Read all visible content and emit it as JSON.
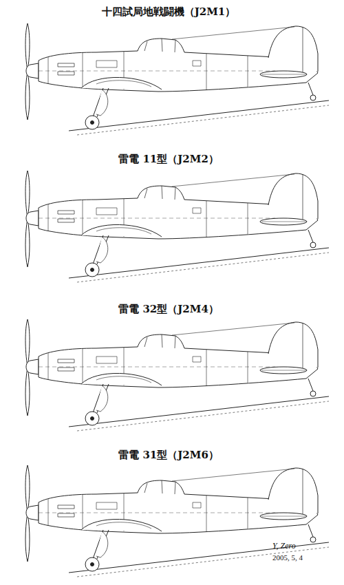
{
  "diagram": {
    "labels": [
      "十四試局地戦闘機（J2M1）",
      "雷電 11型（J2M2）",
      "雷電 32型（J2M4）",
      "雷電 31型（J2M6）",
      "Y, Zero",
      "2005, 5, 4"
    ]
  }
}
